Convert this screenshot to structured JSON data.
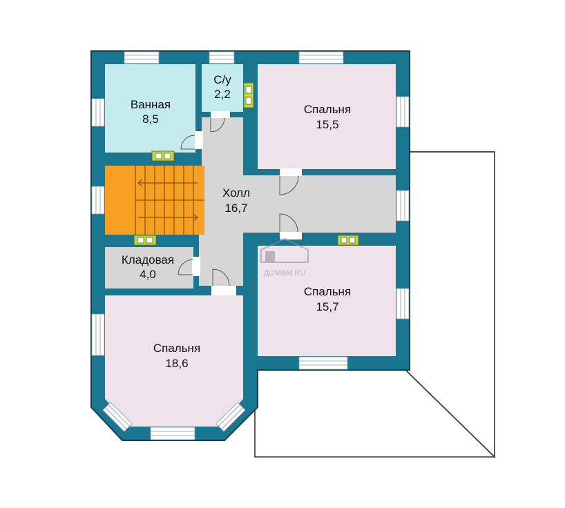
{
  "rooms": {
    "bathroom": {
      "name": "Ванная",
      "area": "8,5"
    },
    "wc": {
      "name": "С/у",
      "area": "2,2"
    },
    "bedroom_ne": {
      "name": "Спальня",
      "area": "15,5"
    },
    "hall": {
      "name": "Холл",
      "area": "16,7"
    },
    "pantry": {
      "name": "Кладовая",
      "area": "4,0"
    },
    "bedroom_se": {
      "name": "Спальня",
      "area": "15,7"
    },
    "bedroom_sw": {
      "name": "Спальня",
      "area": "18,6"
    }
  },
  "watermark": {
    "text": "ДОМВМ.RU"
  },
  "colors": {
    "wall": "#1a7590",
    "wall_outline": "#0b3d57",
    "wet_room": "#c4ecef",
    "bedroom": "#eee3ea",
    "hall": "#d6d6d6",
    "stair": "#f5a021",
    "window": "#ffffff",
    "vent": "#c6d44a"
  }
}
